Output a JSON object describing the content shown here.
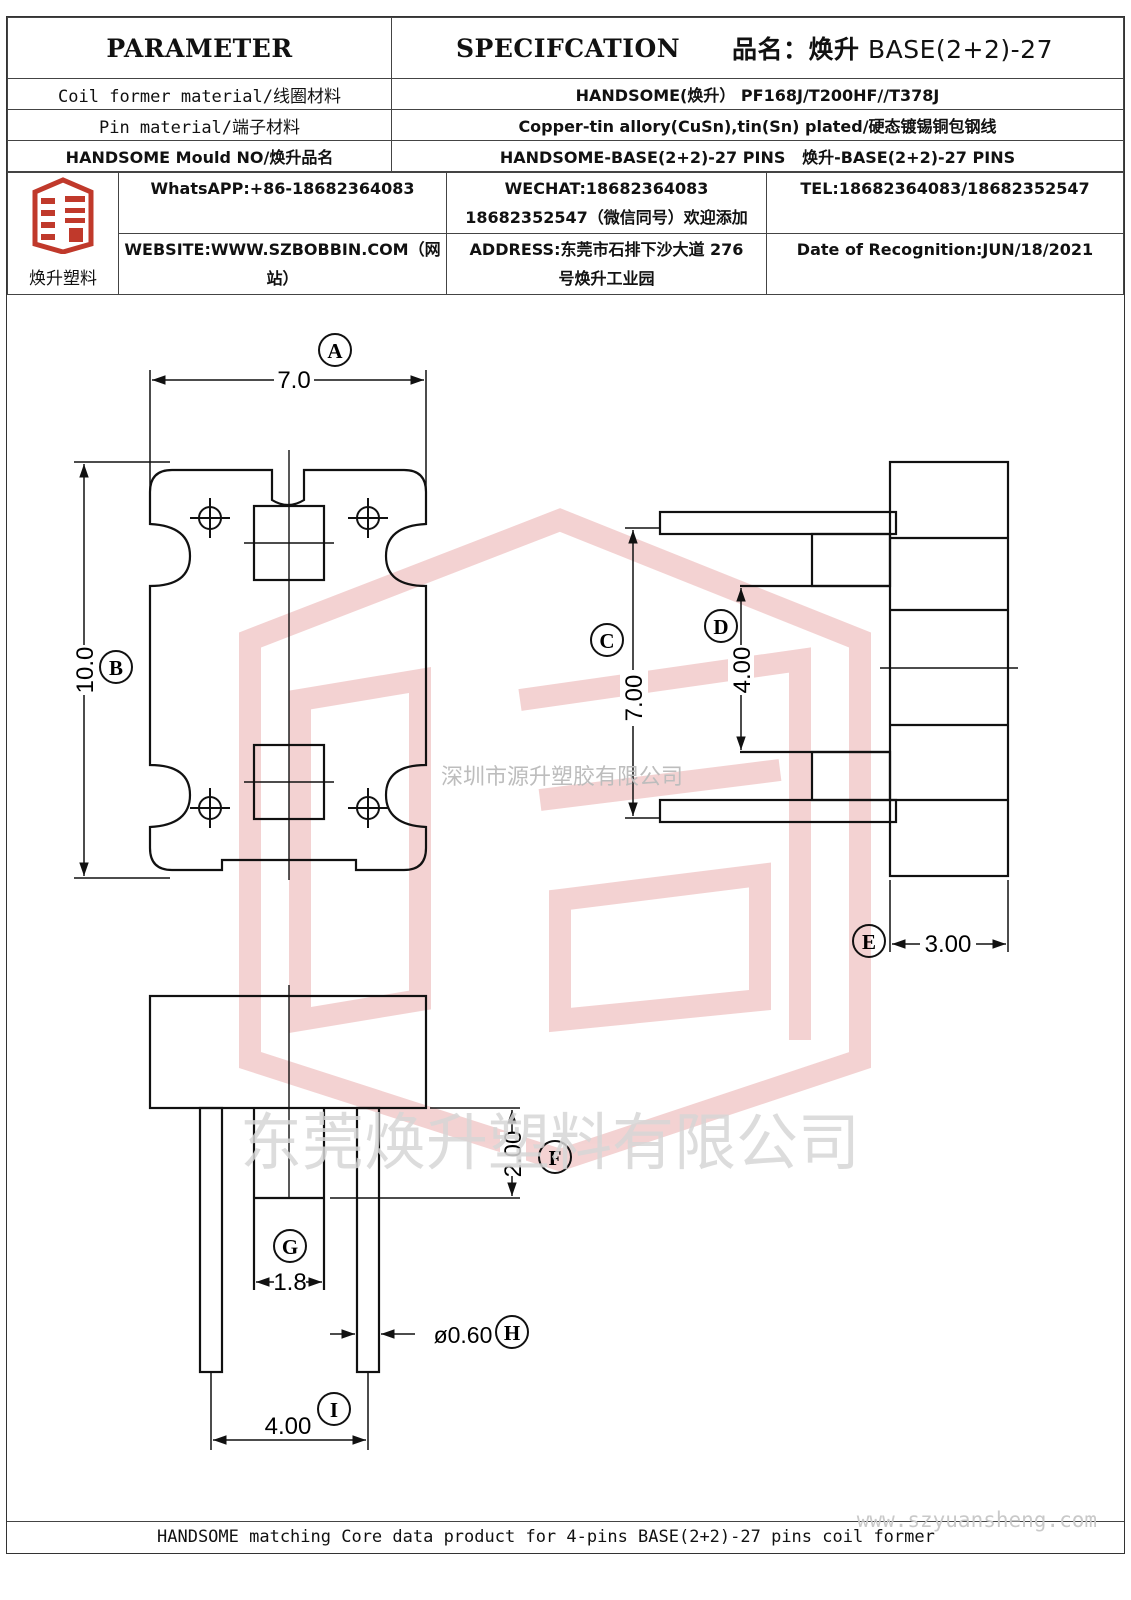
{
  "header": {
    "parameter_label": "PARAMETER",
    "spec_label": "SPECIFCATION",
    "product_name_label": "品名：",
    "product_name_cn": "焕升",
    "product_name_model": "BASE(2+2)-27"
  },
  "rows": [
    {
      "label": "Coil former material/线圈材料",
      "value": "HANDSOME(焕升） PF168J/T200HF//T378J"
    },
    {
      "label": "Pin material/端子材料",
      "value": "Copper-tin allory(CuSn),tin(Sn) plated/硬态镀锡铜包钢线"
    },
    {
      "label": "HANDSOME Mould NO/焕升品名",
      "value": "HANDSOME-BASE(2+2)-27 PINS   焕升-BASE(2+2)-27 PINS"
    }
  ],
  "contact": {
    "logo_name": "焕升塑料",
    "whatsapp": "WhatsAPP:+86-18682364083",
    "wechat_line1": "WECHAT:18682364083",
    "wechat_line2": "18682352547（微信同号）欢迎添加",
    "tel": "TEL:18682364083/18682352547",
    "website_line1": "WEBSITE:WWW.SZBOBBIN.COM（网",
    "website_line2": "站）",
    "address_line1": "ADDRESS:东莞市石排下沙大道 276",
    "address_line2": "号焕升工业园",
    "date": "Date of Recognition:JUN/18/2021"
  },
  "drawing": {
    "dimensions": {
      "A": "7.0",
      "B": "10.0",
      "C": "7.00",
      "D": "4.00",
      "E": "3.00",
      "F": "2.00",
      "G": "1.8",
      "H": "ø0.60",
      "I": "4.00"
    },
    "watermark_company_1": "深圳市源升塑胶有限公司",
    "watermark_company_2": "东莞焕升塑料有限公司",
    "watermark_url": "www.szyuansheng.com",
    "colors": {
      "line": "#111111",
      "watermark_red": "#e8a3a3",
      "logo_red": "#c0392b"
    }
  },
  "footer": {
    "text": "HANDSOME matching Core data  product for 4-pins BASE(2+2)-27 pins coil former"
  }
}
